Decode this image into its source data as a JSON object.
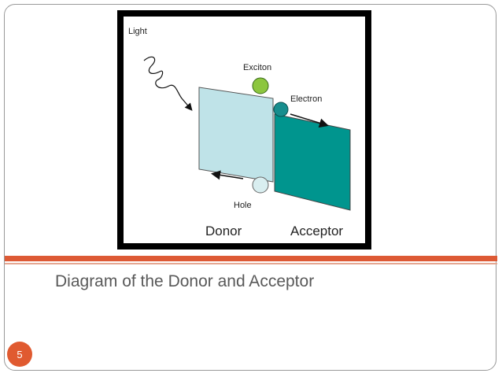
{
  "slide": {
    "number": "5",
    "caption": "Diagram of the Donor and Acceptor"
  },
  "diagram": {
    "labels": {
      "light": "Light",
      "exciton": "Exciton",
      "electron": "Electron",
      "hole": "Hole",
      "donor": "Donor",
      "acceptor": "Acceptor"
    },
    "colors": {
      "donor": "#bfe3e8",
      "acceptor": "#00958e",
      "exciton": "#8cc63f",
      "electron": "#178e8e",
      "hole": "#d9eef0",
      "accent": "#e05a30"
    }
  }
}
